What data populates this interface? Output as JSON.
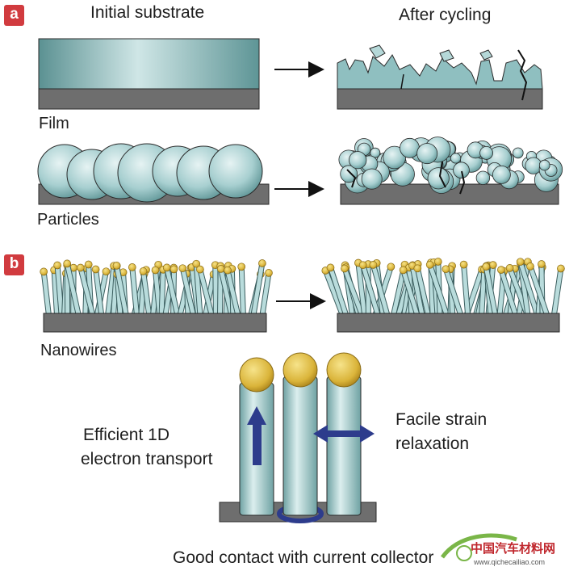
{
  "panels": {
    "a": {
      "label": "a"
    },
    "b": {
      "label": "b"
    }
  },
  "columns": {
    "initial": "Initial substrate",
    "after": "After cycling"
  },
  "rows": {
    "film": "Film",
    "particles": "Particles",
    "nanowires": "Nanowires"
  },
  "detail": {
    "transport_line1": "Efficient 1D",
    "transport_line2": "electron transport",
    "strain_line1": "Facile strain",
    "strain_line2": "relaxation",
    "contact": "Good contact with current collector"
  },
  "watermark": {
    "chinese": "中国汽车材料网",
    "url": "www.qichecailiao.com"
  },
  "colors": {
    "panel_label_bg": "#d13b3f",
    "substrate": "#6e6e6e",
    "material_light": "#c4dfdf",
    "material_dark": "#5e9596",
    "cap": "#dab43a",
    "arrow_blue": "#2d3c8c",
    "crack": "#1a1a1a"
  }
}
